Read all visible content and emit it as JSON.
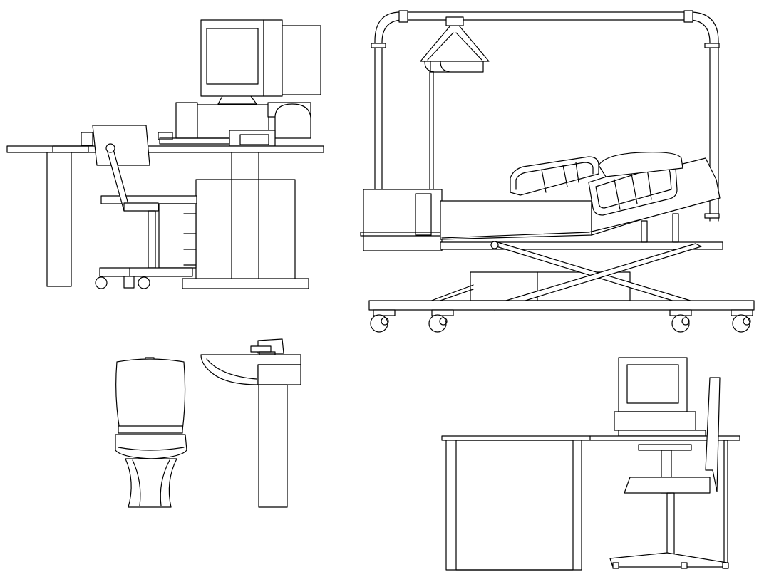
{
  "drawing": {
    "background": "#ffffff",
    "stroke_color": "#000000",
    "items": [
      {
        "id": "computer-workstation",
        "icon": "computer-desk-with-chair"
      },
      {
        "id": "hospital-bed",
        "icon": "adjustable-hospital-bed-with-trapeze"
      },
      {
        "id": "toilet",
        "icon": "toilet-elevation"
      },
      {
        "id": "washbasin",
        "icon": "pedestal-sink-elevation"
      },
      {
        "id": "office-desk",
        "icon": "desk-with-monitor-and-chair"
      }
    ]
  }
}
